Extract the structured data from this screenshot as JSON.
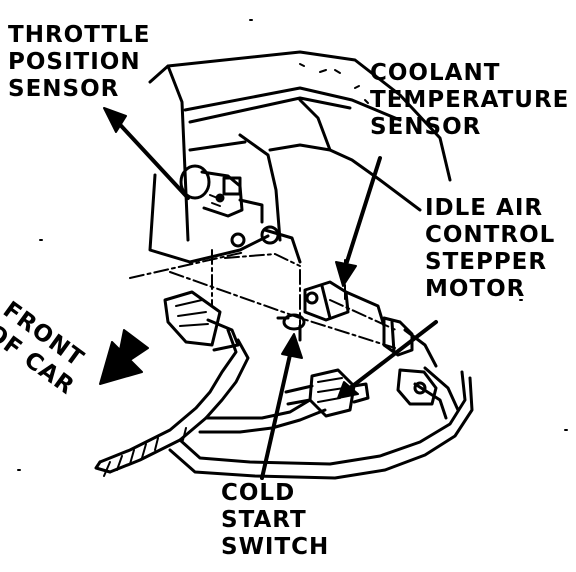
{
  "callouts": {
    "throttle_position_sensor": [
      "THROTTLE",
      "POSITION",
      "SENSOR"
    ],
    "coolant_temperature_sensor": [
      "COOLANT",
      "TEMPERATURE",
      "SENSOR"
    ],
    "idle_air_control_stepper_motor": [
      "IDLE AIR",
      "CONTROL",
      "STEPPER",
      "MOTOR"
    ],
    "cold_start_switch": [
      "COLD",
      "START",
      "SWITCH"
    ],
    "front_of_car": [
      "FRONT",
      "OF CAR"
    ]
  },
  "colors": {
    "ink": "#000000",
    "paper": "#ffffff"
  }
}
